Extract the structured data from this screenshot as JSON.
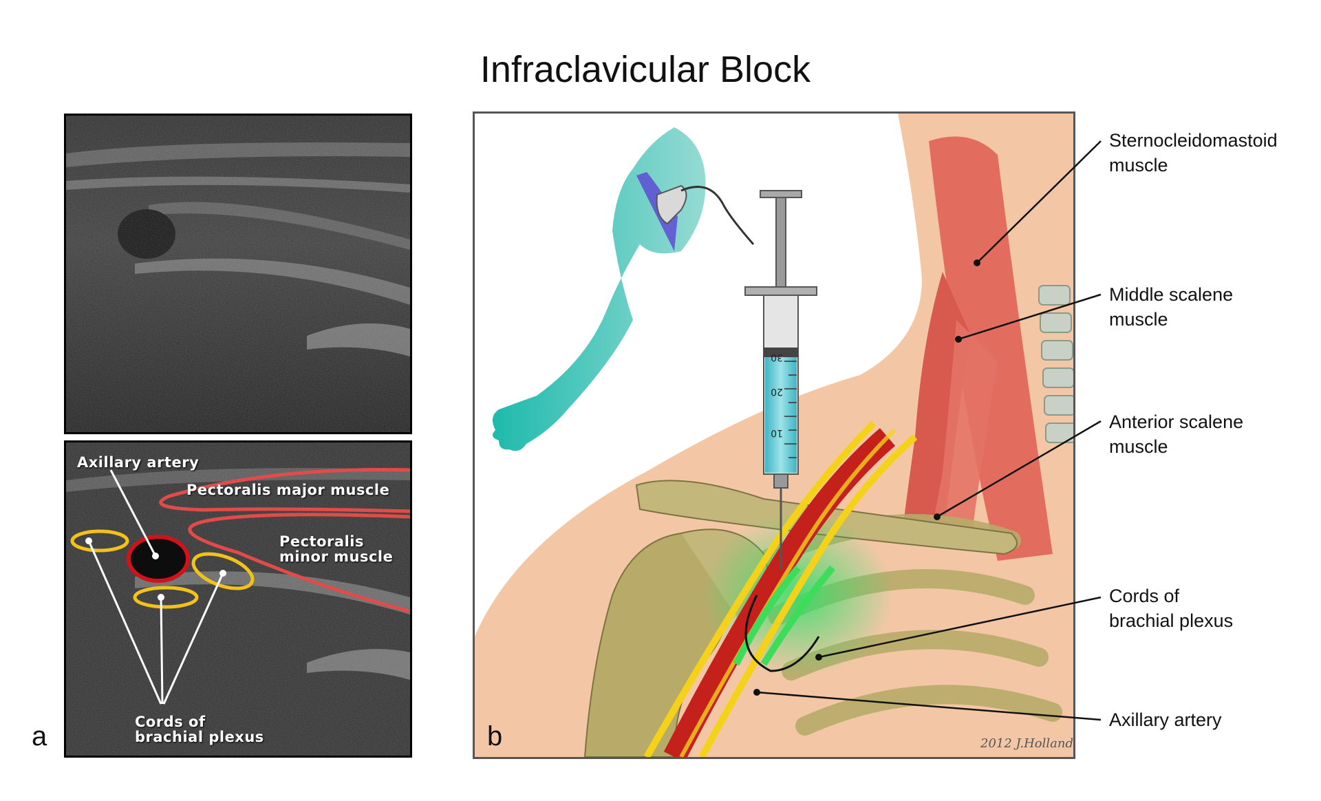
{
  "title": "Infraclavicular Block",
  "panels": {
    "a": {
      "letter": "a",
      "labels": {
        "axillary_artery": "Axillary artery",
        "pectoralis_major": "Pectoralis major muscle",
        "pectoralis_minor_line1": "Pectoralis",
        "pectoralis_minor_line2": "minor muscle",
        "cords_line1": "Cords of",
        "cords_line2": "brachial plexus"
      }
    },
    "b": {
      "letter": "b",
      "labels": {
        "scm_line1": "Sternocleidomastoid",
        "scm_line2": "muscle",
        "middle_line1": "Middle scalene",
        "middle_line2": "muscle",
        "anterior_line1": "Anterior scalene",
        "anterior_line2": "muscle",
        "cords_line1": "Cords of",
        "cords_line2": "brachial plexus",
        "axillary_artery": "Axillary artery"
      },
      "syringe_marks": [
        "30",
        "20",
        "10"
      ],
      "signature": "2012 J.Holland"
    }
  },
  "colors": {
    "outline_red": "#e34b4b",
    "outline_yellow": "#f2c21b",
    "artery_red": "#d0131a",
    "muscle": "#e0675a",
    "skin": "#f3c7a6",
    "bone": "#b8ab6a",
    "teal_arm": "#13b6a8",
    "nerve_yellow": "#f5d21a",
    "nerve_green": "#3ddc5a"
  }
}
